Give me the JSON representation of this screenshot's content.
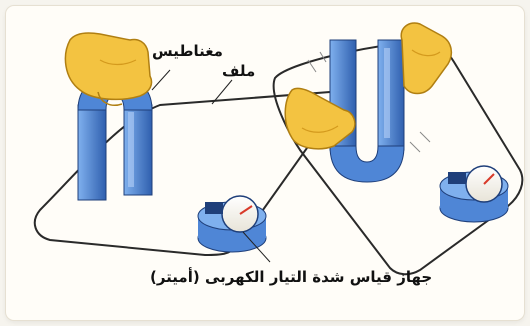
{
  "labels": {
    "magnet": "مغناطيس",
    "coil": "ملف",
    "ammeter": "جهاز قياس شدة التيار الكهربى (أميتر)"
  },
  "colors": {
    "magnet_blue": "#4f86d6",
    "magnet_shade": "#2f5fae",
    "hand_yellow": "#f3c341",
    "hand_shade": "#d49a1d",
    "coil_line": "#2a2a2a"
  },
  "icons": [
    "hand-icon",
    "horseshoe-magnet-icon",
    "ammeter-icon",
    "wire-coil-icon"
  ]
}
